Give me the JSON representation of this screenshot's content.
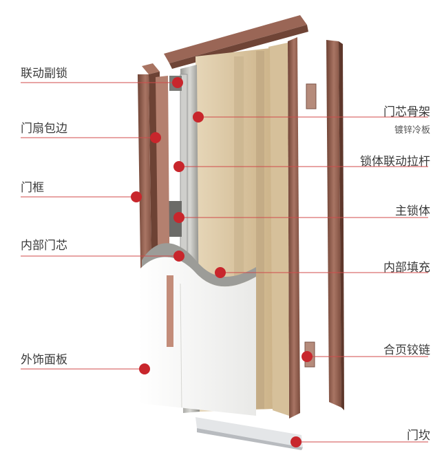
{
  "diagram": {
    "labels_left": [
      {
        "id": "linkage-lock",
        "text": "联动副锁"
      },
      {
        "id": "door-leaf-edge",
        "text": "门扇包边"
      },
      {
        "id": "door-frame",
        "text": "门框"
      },
      {
        "id": "inner-core",
        "text": "内部门芯"
      },
      {
        "id": "decor-panel",
        "text": "外饰面板"
      }
    ],
    "labels_right": [
      {
        "id": "core-skeleton",
        "text": "门芯骨架",
        "sub": "镀锌冷板"
      },
      {
        "id": "lock-rod",
        "text": "锁体联动拉杆"
      },
      {
        "id": "main-lock",
        "text": "主锁体"
      },
      {
        "id": "inner-fill",
        "text": "内部填充"
      },
      {
        "id": "hinge",
        "text": "合页铰链"
      },
      {
        "id": "threshold",
        "text": "门坎"
      }
    ],
    "colors": {
      "marker": "#c8262c",
      "leader": "#d04a4a",
      "frame": "#8c5a4a",
      "frame_light": "#b98474",
      "core": "#d9c6a3",
      "panel": "#f3f3f1",
      "text": "#3a3a3a"
    }
  }
}
